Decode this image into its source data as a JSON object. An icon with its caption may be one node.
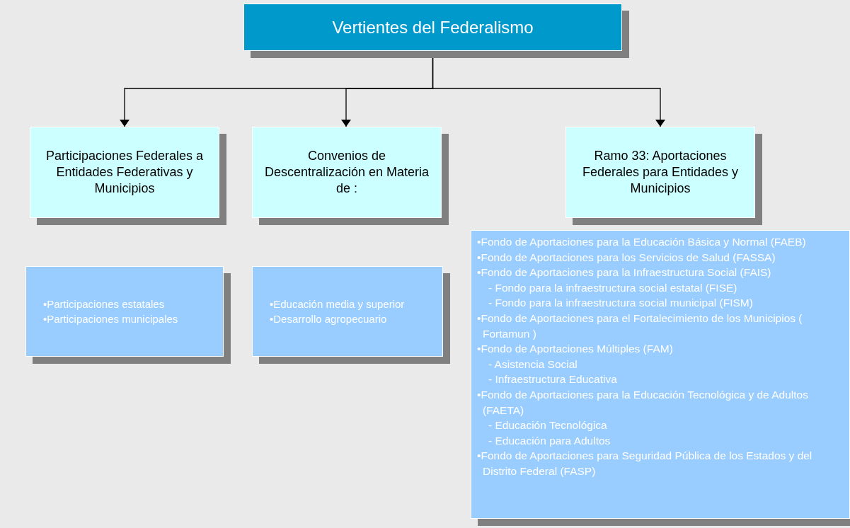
{
  "diagram": {
    "nodes": [
      {
        "text": [
          "Vertientes del Federalismo"
        ]
      },
      {
        "text": [
          "Participaciones Federales a Entidades Federativas y Municipios"
        ]
      },
      {
        "text": [
          "Convenios de Descentralización en Materia de :"
        ]
      },
      {
        "text": [
          "Ramo 33: Aportaciones Federales para Entidades y Municipios"
        ]
      },
      {
        "text": [
          "•Participaciones estatales",
          "•Participaciones municipales"
        ]
      },
      {
        "text": [
          "•Educación media y superior",
          "•Desarrollo agropecuario"
        ]
      },
      {
        "text": [
          "•Fondo de Aportaciones para la Educación Básica y Normal (FAEB)",
          "•Fondo de Aportaciones para los Servicios de Salud (FASSA)",
          "•Fondo de Aportaciones para la Infraestructura Social (FAIS)",
          "- Fondo para la infraestructura social estatal (FISE)",
          "- Fondo para la infraestructura social municipal (FISM)",
          "•Fondo de Aportaciones para el Fortalecimiento de los Municipios ( Fortamun )",
          "•Fondo de Aportaciones Múltiples (FAM)",
          "- Asistencia Social",
          "- Infraestructura Educativa",
          "•Fondo de Aportaciones para la Educación Tecnológica y de Adultos (FAETA)",
          "- Educación Tecnológica",
          "- Educación para Adultos",
          "•Fondo de Aportaciones para Seguridad Pública de los Estados y del Distrito Federal (FASP)"
        ]
      }
    ],
    "edges": [
      {
        "from": 0,
        "to": 1,
        "arrow": "to"
      },
      {
        "from": 0,
        "to": 2,
        "arrow": "to"
      },
      {
        "from": 0,
        "to": 3,
        "arrow": "to"
      }
    ]
  }
}
